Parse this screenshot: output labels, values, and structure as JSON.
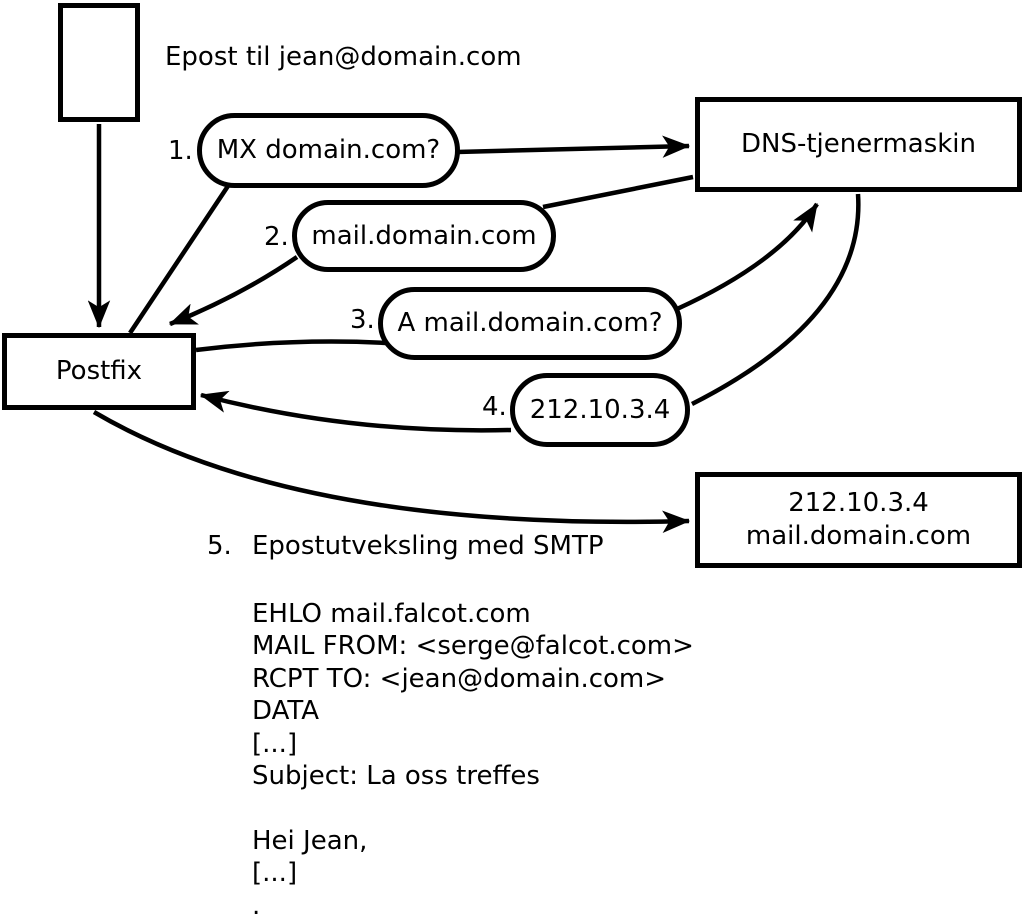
{
  "title": "Epost til jean@domain.com",
  "nodes": {
    "postfix": "Postfix",
    "dns": "DNS-tjenermaskin",
    "result_line1": "212.10.3.4",
    "result_line2": "mail.domain.com"
  },
  "steps": [
    {
      "num": "1.",
      "label": "MX domain.com?"
    },
    {
      "num": "2.",
      "label": "mail.domain.com"
    },
    {
      "num": "3.",
      "label": "A mail.domain.com?"
    },
    {
      "num": "4.",
      "label": "212.10.3.4"
    },
    {
      "num": "5.",
      "label": "Epostutveksling med SMTP"
    }
  ],
  "smtp": {
    "lines": [
      "EHLO mail.falcot.com",
      "MAIL FROM: <serge@falcot.com>",
      "RCPT TO: <jean@domain.com>",
      "DATA",
      "[...]",
      "Subject: La oss treffes",
      "",
      "Hei Jean,",
      "[...]",
      "."
    ]
  },
  "colors": {
    "stroke": "#000000",
    "background": "#ffffff"
  }
}
